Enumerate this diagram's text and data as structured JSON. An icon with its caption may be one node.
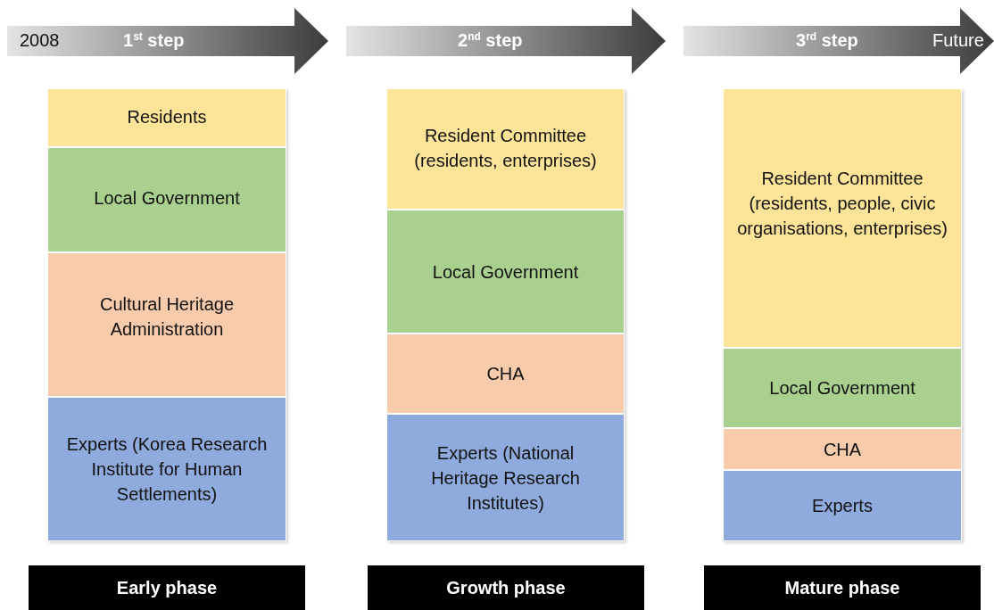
{
  "diagram": {
    "nodes": [
      {
        "text": [
          "2008",
          "1$^{st}$ step"
        ]
      },
      {
        "text": [
          "2$^{nd}$ step"
        ]
      },
      {
        "text": [
          "3$^{rd}$ step",
          "Future"
        ]
      },
      {
        "text": [
          "Residents"
        ]
      },
      {
        "text": [
          "Local Government"
        ]
      },
      {
        "text": [
          "Cultural Heritage Administration"
        ]
      },
      {
        "text": [
          "Experts (Korea Research Institute for Human Settlements)"
        ]
      },
      {
        "text": [
          "Resident Committee (residents, enterprises)"
        ]
      },
      {
        "text": [
          "Local Government"
        ]
      },
      {
        "text": [
          "CHA"
        ]
      },
      {
        "text": [
          "Experts (National Heritage Research Institutes)"
        ]
      },
      {
        "text": [
          "Resident Committee (residents, people, civic organisations, enterprises)"
        ]
      },
      {
        "text": [
          "Local Government"
        ]
      },
      {
        "text": [
          "CHA"
        ]
      },
      {
        "text": [
          "Experts"
        ]
      },
      {
        "text": [
          "Early phase"
        ]
      },
      {
        "text": [
          "Growth phase"
        ]
      },
      {
        "text": [
          "Mature phase"
        ]
      }
    ]
  }
}
